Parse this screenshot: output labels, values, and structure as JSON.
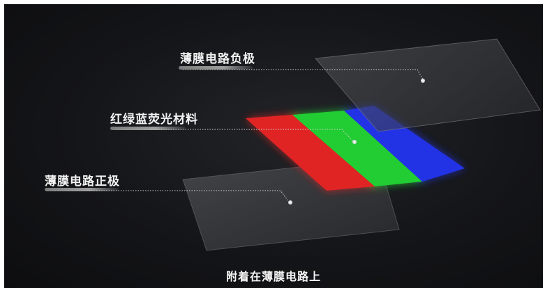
{
  "layers": {
    "top": {
      "label": "薄膜电路负极"
    },
    "middle": {
      "label": "红绿蓝荧光材料"
    },
    "bottom": {
      "label": "薄膜电路正极"
    }
  },
  "caption": "附着在薄膜电路上",
  "colors": {
    "red": "#e02424",
    "green": "#22cc33",
    "blue": "#2233e6",
    "film": "#3a3b3e",
    "background": "#141518"
  }
}
